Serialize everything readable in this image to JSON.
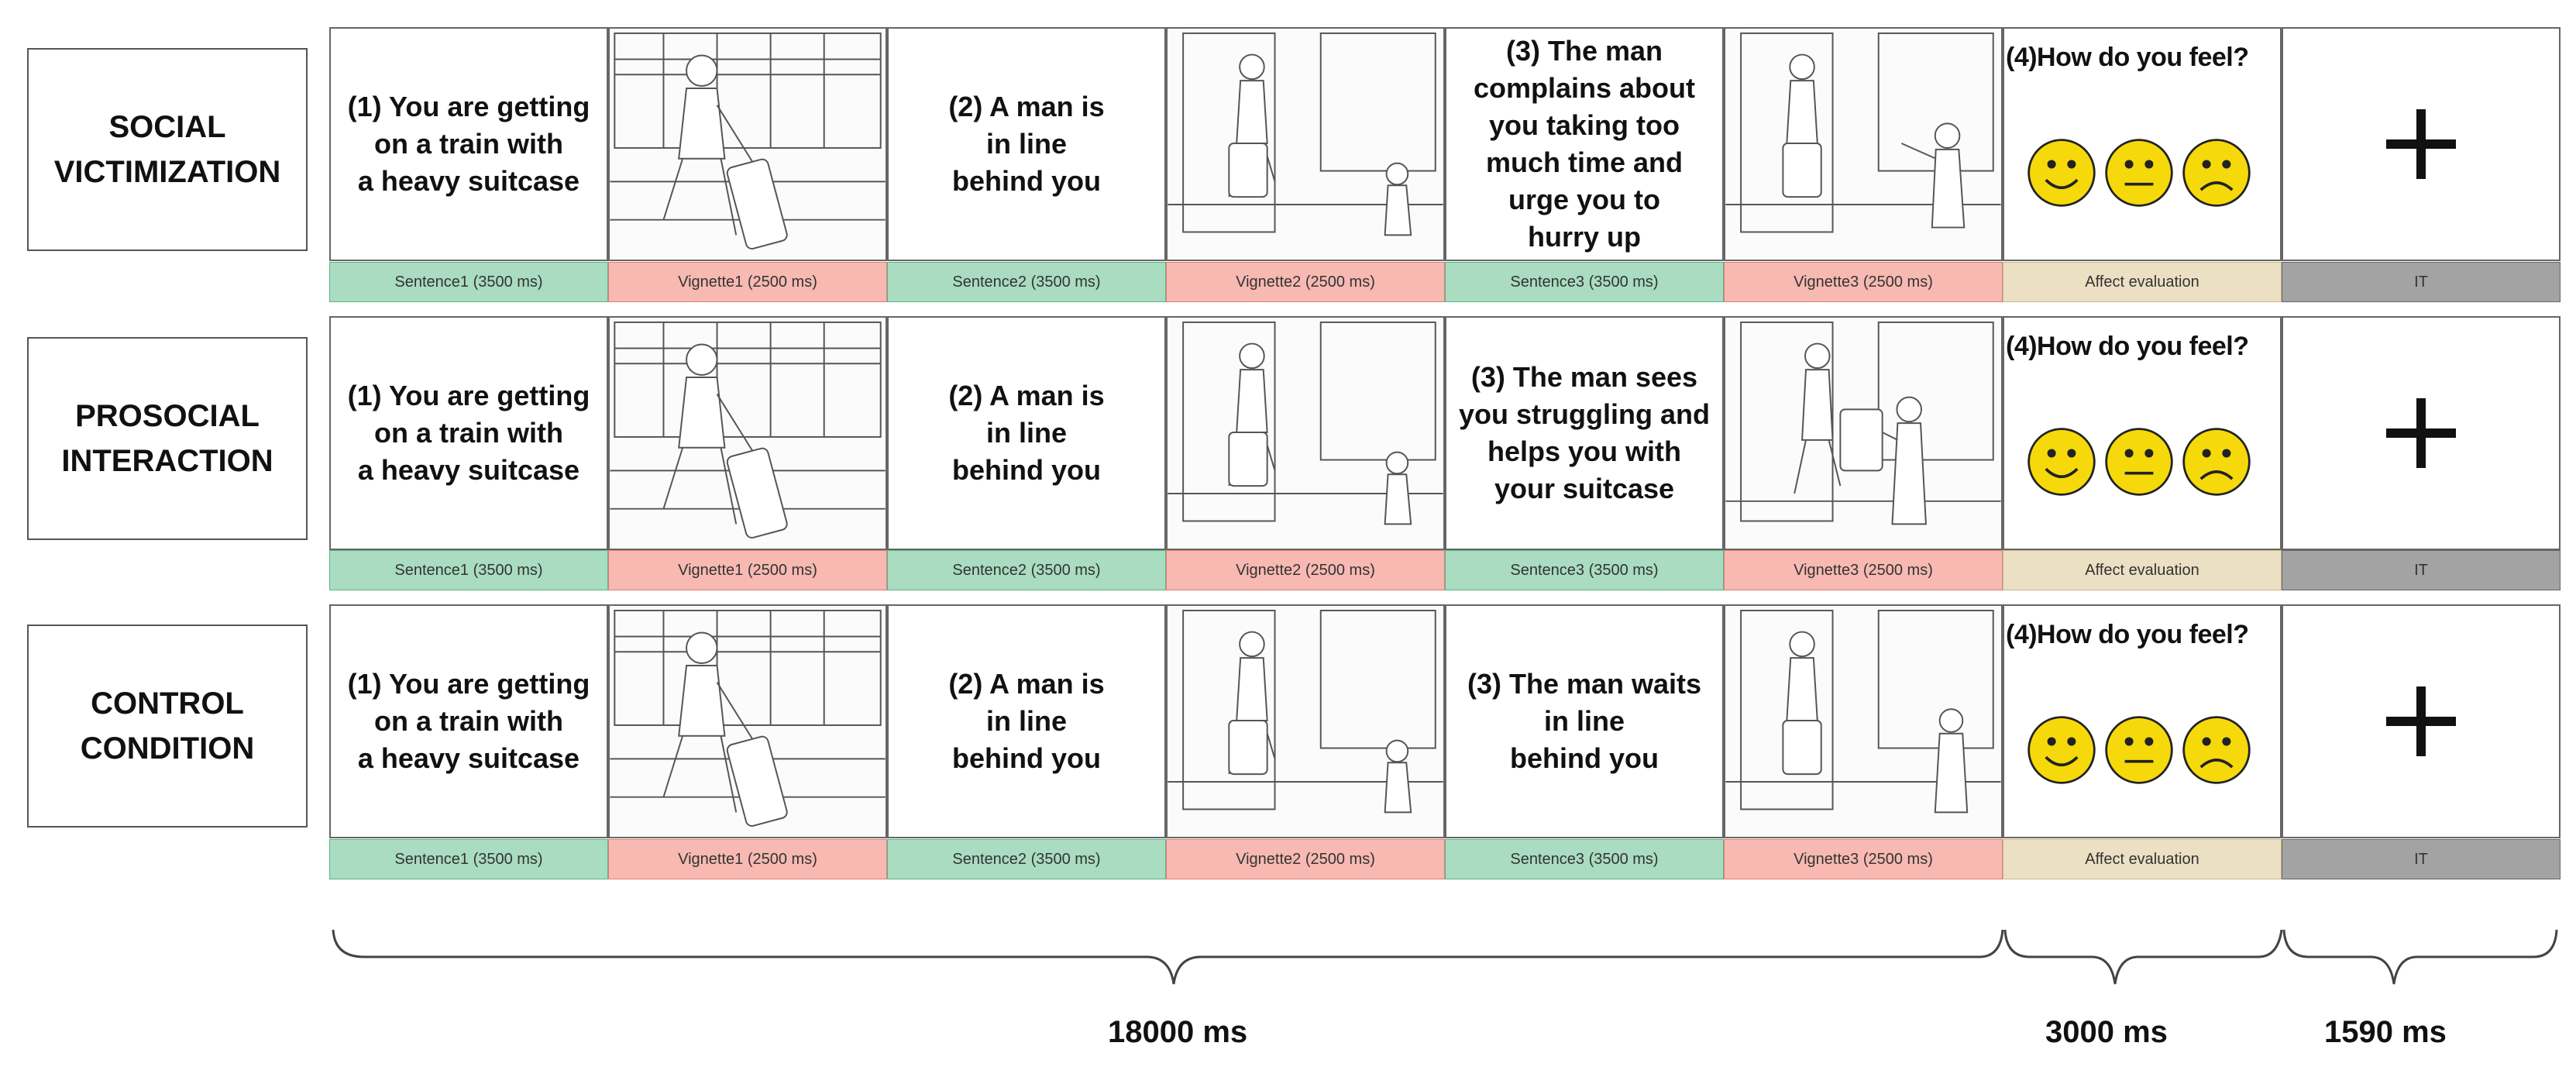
{
  "conditions": [
    {
      "name": "SOCIAL\nVICTIMIZATION",
      "sentences": [
        "(1) You are getting\non a train with\na heavy suitcase",
        "(2) A man is\nin line\nbehind you",
        "(3) The man\ncomplains about\nyou taking too\nmuch time and\nurge you to\nhurry up"
      ],
      "affect_question": "(4)How do you feel?"
    },
    {
      "name": "PROSOCIAL\nINTERACTION",
      "sentences": [
        "(1) You are getting\non a train with\na heavy suitcase",
        "(2) A man is\nin line\nbehind you",
        "(3) The man sees\nyou struggling and\nhelps you with\nyour suitcase"
      ],
      "affect_question": "(4)How do you feel?"
    },
    {
      "name": "CONTROL\nCONDITION",
      "sentences": [
        "(1) You are getting\non a train with\na heavy suitcase",
        "(2) A man is\nin line\nbehind you",
        "(3) The man waits\nin line\nbehind you"
      ],
      "affect_question": "(4)How do you feel?"
    }
  ],
  "phase_labels": [
    {
      "text": "Sentence1 (3500 ms)",
      "kind": "sentence"
    },
    {
      "text": "Vignette1 (2500 ms)",
      "kind": "vignette"
    },
    {
      "text": "Sentence2 (3500 ms)",
      "kind": "sentence"
    },
    {
      "text": "Vignette2 (2500 ms)",
      "kind": "vignette"
    },
    {
      "text": "Sentence3 (3500 ms)",
      "kind": "sentence"
    },
    {
      "text": "Vignette3 (2500 ms)",
      "kind": "vignette"
    },
    {
      "text": "Affect evaluation",
      "kind": "affect"
    },
    {
      "text": "IT",
      "kind": "iti"
    }
  ],
  "label_colors": {
    "sentence": {
      "bg": "#a9dcc1",
      "border": "#5cb487"
    },
    "vignette": {
      "bg": "#f7b9b2",
      "border": "#e07f74"
    },
    "affect": {
      "bg": "#ebe0c3",
      "border": "#c9b98c"
    },
    "iti": {
      "bg": "#a3a3a3",
      "border": "#666666"
    }
  },
  "face_color": "#f5d90a",
  "fixation_symbol": "+",
  "durations": [
    "18000 ms",
    "3000 ms",
    "1590 ms"
  ]
}
